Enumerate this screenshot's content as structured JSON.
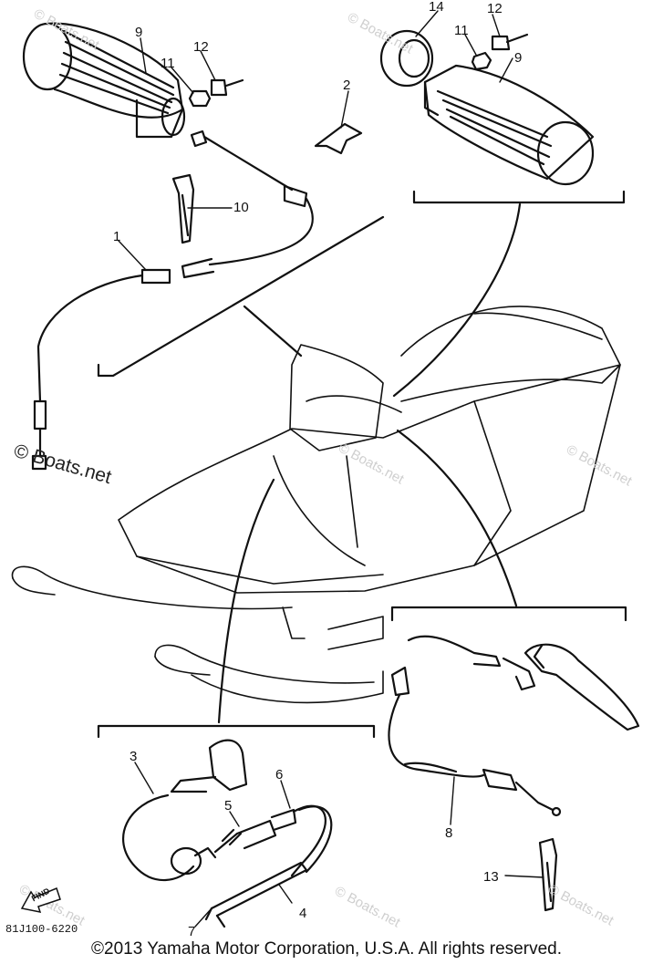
{
  "callouts": [
    {
      "id": "9a",
      "text": "9"
    },
    {
      "id": "11a",
      "text": "11"
    },
    {
      "id": "12a",
      "text": "12"
    },
    {
      "id": "2",
      "text": "2"
    },
    {
      "id": "14",
      "text": "14"
    },
    {
      "id": "11b",
      "text": "11"
    },
    {
      "id": "12b",
      "text": "12"
    },
    {
      "id": "9b",
      "text": "9"
    },
    {
      "id": "10",
      "text": "10"
    },
    {
      "id": "1",
      "text": "1"
    },
    {
      "id": "3",
      "text": "3"
    },
    {
      "id": "6",
      "text": "6"
    },
    {
      "id": "5",
      "text": "5"
    },
    {
      "id": "4",
      "text": "4"
    },
    {
      "id": "7",
      "text": "7"
    },
    {
      "id": "8",
      "text": "8"
    },
    {
      "id": "13",
      "text": "13"
    }
  ],
  "watermark_main": "© Boats.net",
  "watermark_faint": "© Boats.net",
  "find_label": "FIND",
  "part_code": "81J100-6220",
  "copyright": "©2013 Yamaha Motor Corporation, U.S.A. All rights reserved."
}
